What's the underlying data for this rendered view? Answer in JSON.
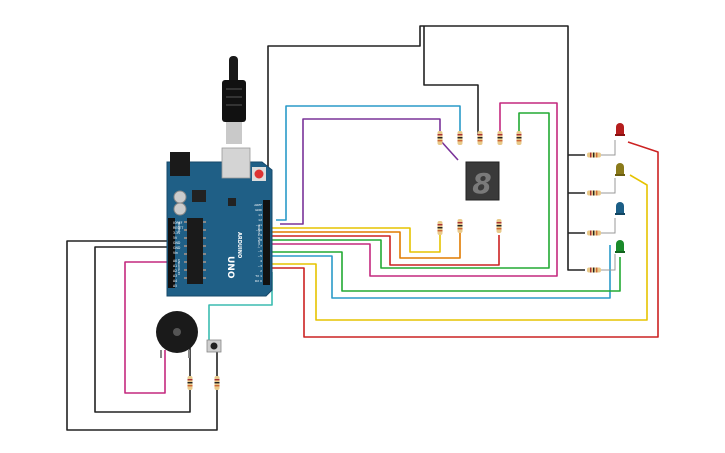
{
  "board": {
    "brand": "ARDUINO",
    "model": "UNO",
    "power_labels": [
      "IOREF",
      "RESET",
      "3.3V",
      "5V",
      "GND",
      "GND",
      "Vin"
    ],
    "analog_labels": [
      "A0",
      "A1",
      "A2",
      "A3",
      "A4",
      "A5"
    ],
    "digital_labels": [
      "AREF",
      "GND",
      "13",
      "12",
      "~11",
      "~10",
      "~9",
      "8",
      "7",
      "~6",
      "~5",
      "4",
      "~3",
      "2",
      "TX 1",
      "RX 0"
    ],
    "section_labels": [
      "POWER",
      "ANALOG IN",
      "DIGITAL (PWM~)"
    ]
  },
  "display": {
    "digit": "8"
  },
  "colors": {
    "board": "#1f5f86",
    "wire_black": "#222222",
    "wire_red": "#cc2222",
    "wire_orange": "#e07b00",
    "wire_yellow": "#e6c300",
    "wire_green": "#22aa33",
    "wire_blue": "#2a9ac8",
    "wire_purple": "#7a3399",
    "wire_magenta": "#c4297e",
    "wire_teal": "#3bbcb0",
    "led_red": "#b51d1d",
    "led_yellow": "#8a7a1a",
    "led_blue": "#1b5e86",
    "led_green": "#1a8a2a"
  },
  "icons": [
    "usb-cable-icon",
    "buzzer-icon",
    "pushbutton-icon",
    "resistor-icon",
    "led-icon",
    "seven-segment-icon"
  ]
}
